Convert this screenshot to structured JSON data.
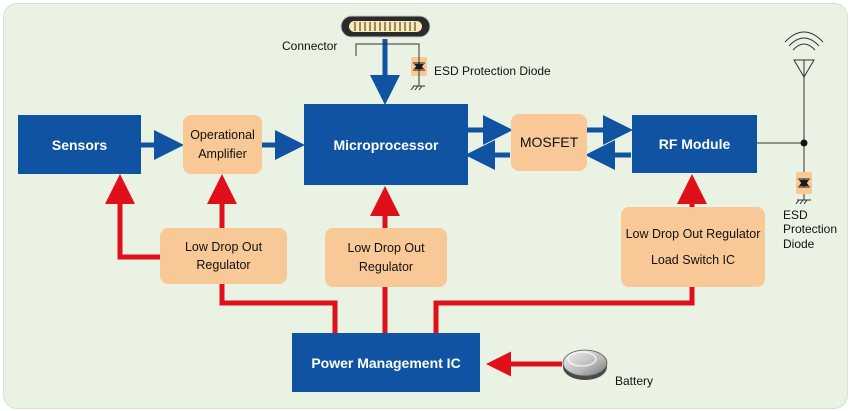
{
  "blocks": {
    "sensors": "Sensors",
    "opamp_line1": "Operational",
    "opamp_line2": "Amplifier",
    "microprocessor": "Microprocessor",
    "mosfet": "MOSFET",
    "rf_module": "RF Module",
    "ldo_left_line1": "Low Drop Out",
    "ldo_left_line2": "Regulator",
    "ldo_mid_line1": "Low Drop Out",
    "ldo_mid_line2": "Regulator",
    "ldo_right_line1": "Low Drop Out Regulator",
    "ldo_right_line2": "Load Switch IC",
    "pmic": "Power Management IC"
  },
  "labels": {
    "connector": "Connector",
    "esd_top": "ESD Protection Diode",
    "esd_right_line1": "ESD",
    "esd_right_line2": "Protection",
    "esd_right_line3": "Diode",
    "battery": "Battery"
  },
  "colors": {
    "background": "#eaf3e3",
    "block_blue": "#1053a3",
    "block_orange": "#f8c996",
    "power_arrow": "#e0101b",
    "signal_arrow": "#1053a3"
  }
}
